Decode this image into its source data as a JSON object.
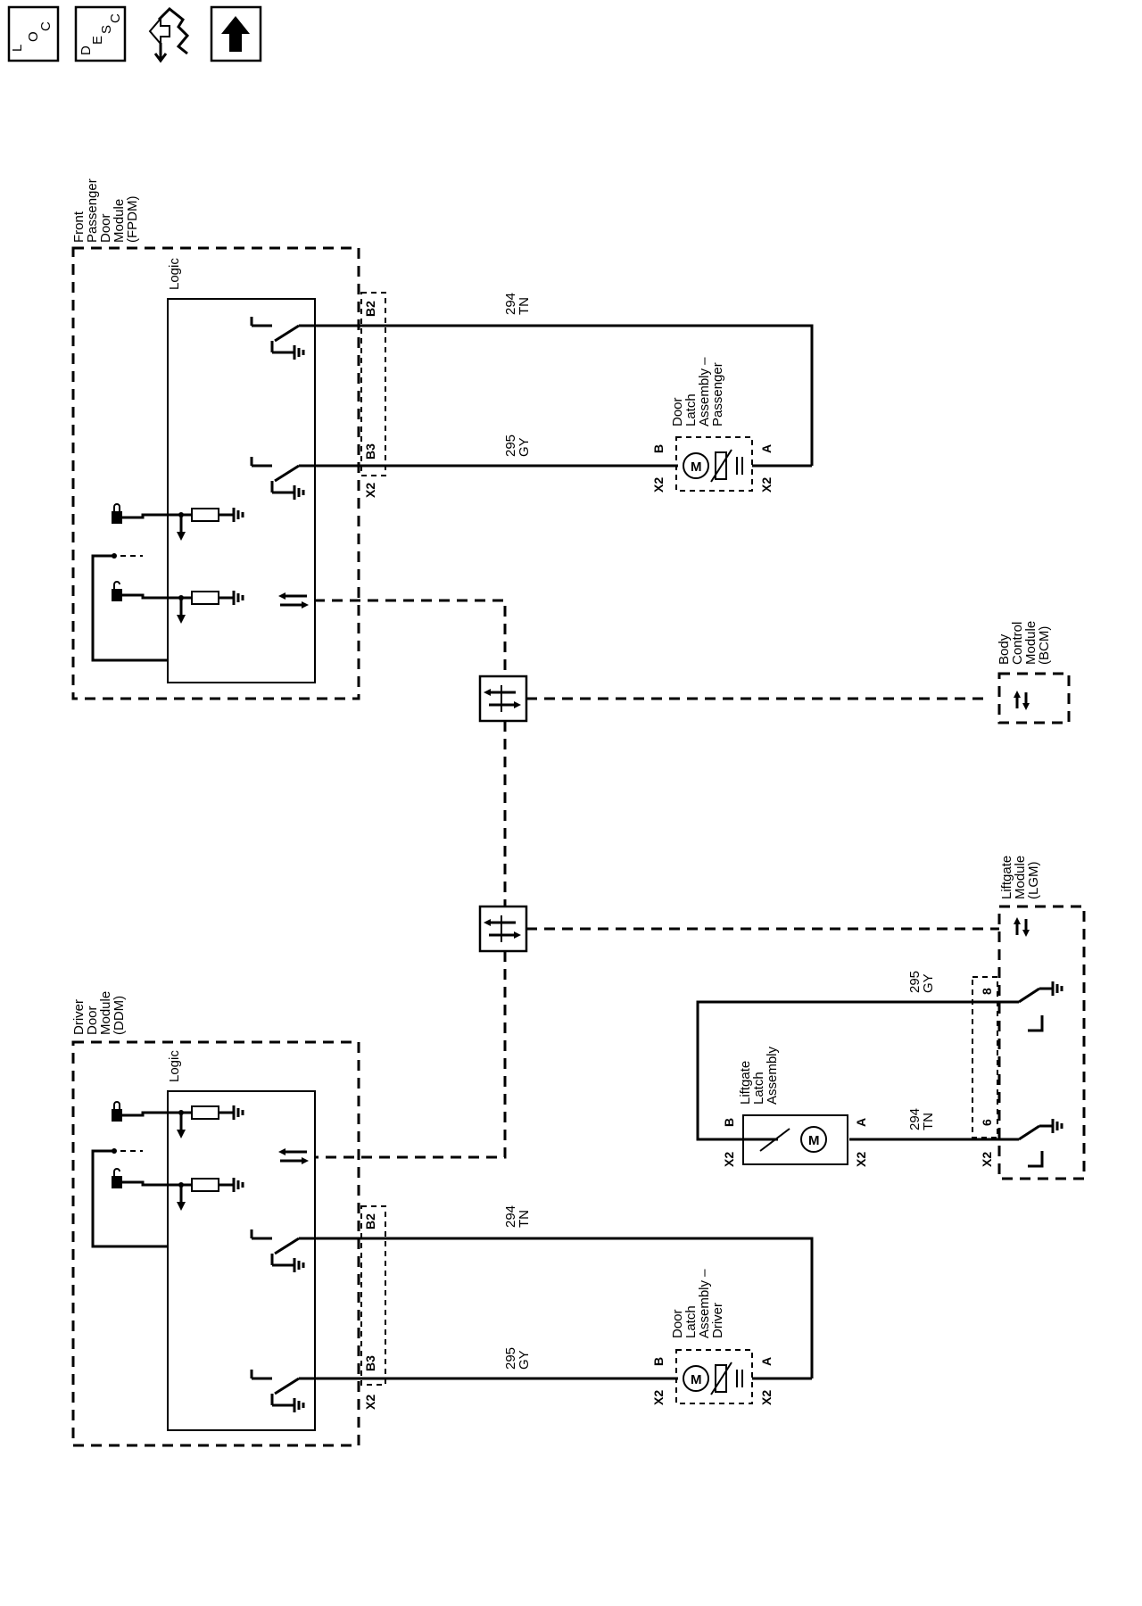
{
  "nav_icons": {
    "loc": [
      "L",
      "O",
      "C"
    ],
    "desc": [
      "D",
      "E",
      "S",
      "C"
    ]
  },
  "fpdm": {
    "title_lines": [
      "Front",
      "Passenger",
      "Door",
      "Module",
      "(FPDM)"
    ],
    "logic": "Logic",
    "conn_b2": "B2",
    "conn_b3": "B3",
    "conn_x2": "X2"
  },
  "ddm": {
    "title_lines": [
      "Driver",
      "Door",
      "Module",
      "(DDM)"
    ],
    "logic": "Logic",
    "conn_b2": "B2",
    "conn_b3": "B3",
    "conn_x2": "X2"
  },
  "bcm": {
    "title_lines": [
      "Body",
      "Control",
      "Module",
      "(BCM)"
    ]
  },
  "lgm": {
    "title_lines": [
      "Liftgate",
      "Module",
      "(LGM)"
    ],
    "conn_8": "8",
    "conn_6": "6",
    "conn_x2": "X2"
  },
  "latch_passenger": {
    "title_lines": [
      "Door",
      "Latch",
      "Assembly –",
      "Passenger"
    ],
    "pin_b": "B",
    "pin_a": "A",
    "conn_left": "X2",
    "conn_right": "X2",
    "motor": "M"
  },
  "latch_driver": {
    "title_lines": [
      "Door",
      "Latch",
      "Assembly –",
      "Driver"
    ],
    "pin_b": "B",
    "pin_a": "A",
    "conn_left": "X2",
    "conn_right": "X2",
    "motor": "M"
  },
  "latch_liftgate": {
    "title_lines": [
      "Liftgate",
      "Latch",
      "Assembly"
    ],
    "pin_b": "B",
    "pin_a": "A",
    "conn_left": "X2",
    "conn_right": "X2",
    "motor": "M"
  },
  "wires": {
    "fpdm_b2": {
      "circuit": "294",
      "color": "TN"
    },
    "fpdm_b3": {
      "circuit": "295",
      "color": "GY"
    },
    "ddm_b2": {
      "circuit": "294",
      "color": "TN"
    },
    "ddm_b3": {
      "circuit": "295",
      "color": "GY"
    },
    "lgm_8": {
      "circuit": "295",
      "color": "GY"
    },
    "lgm_6": {
      "circuit": "294",
      "color": "TN"
    }
  }
}
